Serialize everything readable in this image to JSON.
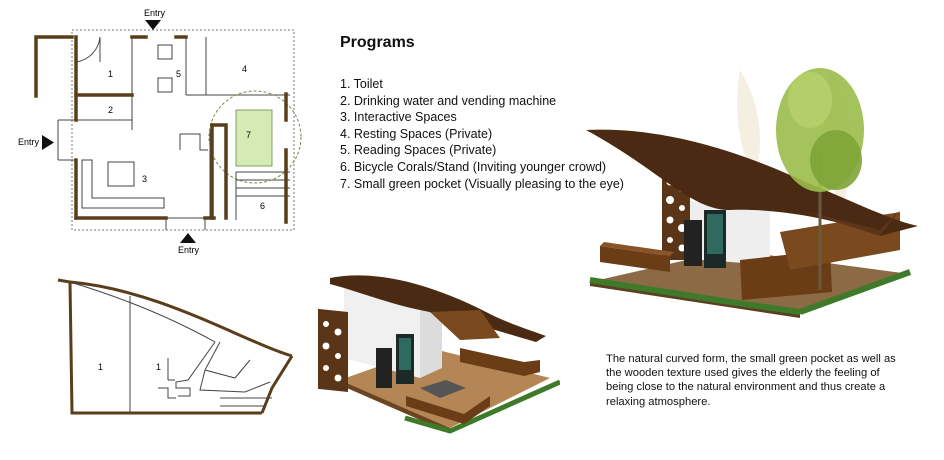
{
  "programs": {
    "title": "Programs",
    "items": [
      "1. Toilet",
      "2. Drinking water and vending machine",
      "3. Interactive Spaces",
      "4. Resting Spaces (Private)",
      "5. Reading Spaces (Private)",
      "6. Bicycle Corals/Stand (Inviting younger crowd)",
      "7. Small green pocket (Visually pleasing to the eye)"
    ]
  },
  "plan": {
    "entry_top": "Entry",
    "entry_left": "Entry",
    "entry_bottom": "Entry",
    "rooms": [
      "1",
      "2",
      "3",
      "4",
      "5",
      "6",
      "7"
    ]
  },
  "section": {
    "labels": [
      "1",
      "1"
    ]
  },
  "caption": "The natural curved form, the small green pocket as well as the wooden texture used gives the elderly the feeling of being close to the natural environment and thus create a relaxing atmosphere.",
  "colors": {
    "wall": "#5a3e1b",
    "roof": "#4a2a12",
    "wood": "#7a4a1e",
    "green_pocket": "#d4ebb5",
    "hedge": "#3f7a2a"
  }
}
